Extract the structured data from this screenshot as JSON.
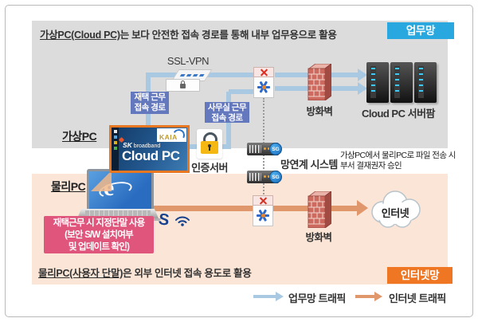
{
  "zones": {
    "work_badge": "업무망",
    "internet_badge": "인터넷망"
  },
  "banners": {
    "top_underlined": "가상PC(Cloud PC)",
    "top_rest": "는 보다 안전한 접속 경로를 통해 내부 업무용으로 활용",
    "bottom_underlined": "물리PC(사용자 단말)",
    "bottom_rest": "은 외부 인터넷 접속 용도로 활용"
  },
  "labels": {
    "ssl_vpn": "SSL-VPN",
    "virtual_pc": "가상PC",
    "physical_pc": "물리PC",
    "auth_server": "인증서버",
    "gateway_system": "망연계 시스템",
    "firewall": "방화벽",
    "server_farm": "Cloud PC 서버팜",
    "internet": "인터넷"
  },
  "path_labels": {
    "home": {
      "line1": "재택 근무",
      "line2": "접속 경로"
    },
    "office": {
      "line1": "사무실 근무",
      "line2": "접속 경로"
    }
  },
  "screen": {
    "sk": "SK",
    "broadband": "broadband",
    "title": "Cloud PC",
    "kaia": "KAIA"
  },
  "notes": {
    "approval": {
      "line1": "가상PC에서 물리PC로 파일 전송 시",
      "line2": "부서 결재권자 승인"
    },
    "terminal": {
      "line1": "재택근무 시 지정단말 사용",
      "line2": "(보안 S/W 설치여부",
      "line3": "및 업데이트 확인)"
    }
  },
  "badges": {
    "sg": "SG"
  },
  "legend": {
    "work_traffic": "업무망 트래픽",
    "internet_traffic": "인터넷 트래픽"
  },
  "colors": {
    "work_zone_bg": "#dcdcdc",
    "internet_zone_bg": "#fbe5d6",
    "work_badge_bg": "#29a8e0",
    "internet_badge_bg": "#ef7622",
    "work_traffic_line": "#a9c9e2",
    "internet_traffic_line": "#e0976b",
    "path_chip_bg": "#6478be",
    "alert_bg": "#e0557c",
    "screen_border": "#e87722"
  }
}
